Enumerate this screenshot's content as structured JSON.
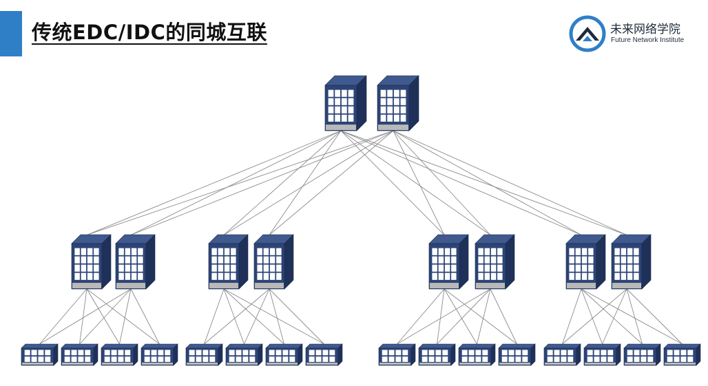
{
  "slide": {
    "title": "传统EDC/IDC的同城互联"
  },
  "logo": {
    "name_cn": "未来网络学院",
    "name_en": "Future Network Institute"
  },
  "colors": {
    "accent": "#2f7fc7",
    "building_front": "#2c4476",
    "building_side": "#1f3158",
    "building_top": "#40598e",
    "window": "#ffffff",
    "base": "#b9b9b9",
    "link": "#8a8a8a"
  },
  "topology": {
    "core_buildings": 2,
    "aggregation_groups": 4,
    "buildings_per_aggregation_group": 2,
    "access_buildings_per_group": 4
  }
}
